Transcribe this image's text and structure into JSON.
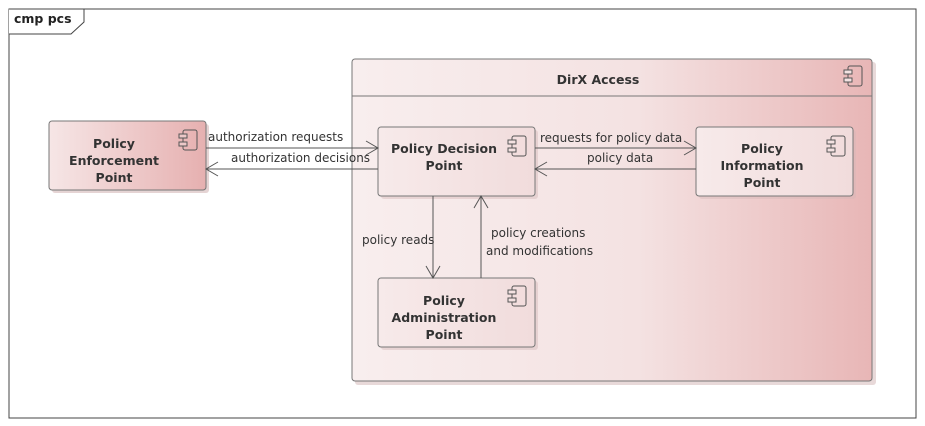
{
  "frame": {
    "label": "cmp pcs"
  },
  "colors": {
    "box_fill_light": "#f8eeee",
    "box_fill_dark": "#e8b6b6",
    "border": "#777777",
    "line": "#555555",
    "text": "#333333"
  },
  "components": {
    "container": {
      "title": "DirX Access",
      "icon": "component-icon"
    },
    "pep": {
      "line1": "Policy Enforcement",
      "line2": "Point",
      "icon": "component-icon"
    },
    "pdp": {
      "line1": "Policy Decision Point",
      "icon": "component-icon"
    },
    "pip": {
      "line1": "Policy Information",
      "line2": "Point",
      "icon": "component-icon"
    },
    "pap": {
      "line1": "Policy",
      "line2": "Administration Point",
      "icon": "component-icon"
    }
  },
  "connectors": {
    "auth_requests": "authorization requests",
    "auth_decisions": "authorization decisions",
    "requests_policy_data": "requests for policy data",
    "policy_data": "policy data",
    "policy_reads": "policy reads",
    "policy_creations_1": "policy creations",
    "policy_creations_2": "and modifications"
  }
}
